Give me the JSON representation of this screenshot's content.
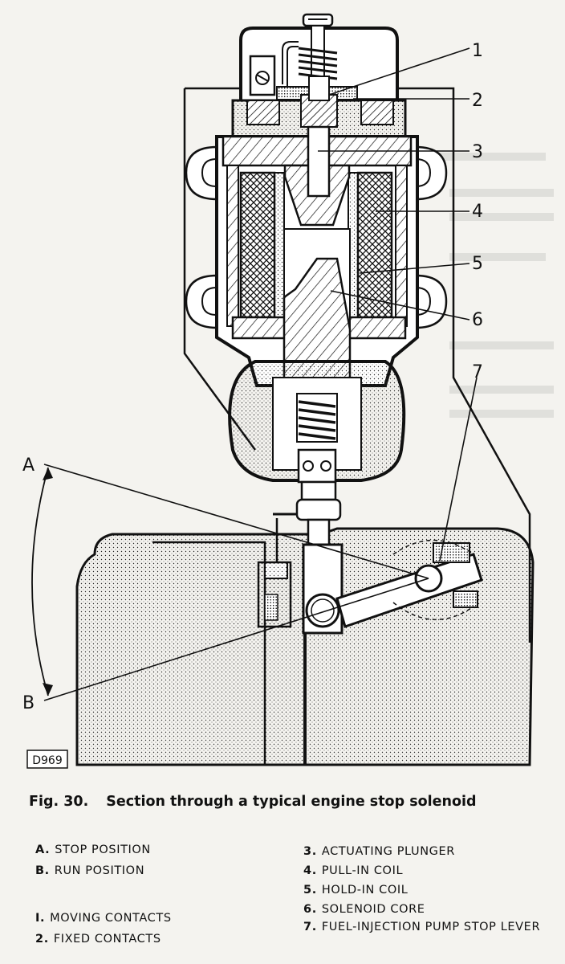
{
  "figure": {
    "code": "D969",
    "number": "Fig. 30.",
    "title": "Section through a typical engine stop solenoid"
  },
  "callouts": [
    "1",
    "2",
    "3",
    "4",
    "5",
    "6",
    "7"
  ],
  "angle_labels": {
    "a": "A",
    "b": "B"
  },
  "legend": {
    "left": [
      {
        "key": "A.",
        "text": "STOP POSITION"
      },
      {
        "key": "B.",
        "text": "RUN POSITION"
      },
      {
        "key": "I.",
        "text": "MOVING CONTACTS"
      },
      {
        "key": "2.",
        "text": "FIXED CONTACTS"
      }
    ],
    "right": [
      {
        "key": "3.",
        "text": "ACTUATING PLUNGER"
      },
      {
        "key": "4.",
        "text": "PULL-IN COIL"
      },
      {
        "key": "5.",
        "text": "HOLD-IN COIL"
      },
      {
        "key": "6.",
        "text": "SOLENOID CORE"
      },
      {
        "key": "7.",
        "text": "FUEL-INJECTION PUMP STOP LEVER"
      }
    ]
  }
}
